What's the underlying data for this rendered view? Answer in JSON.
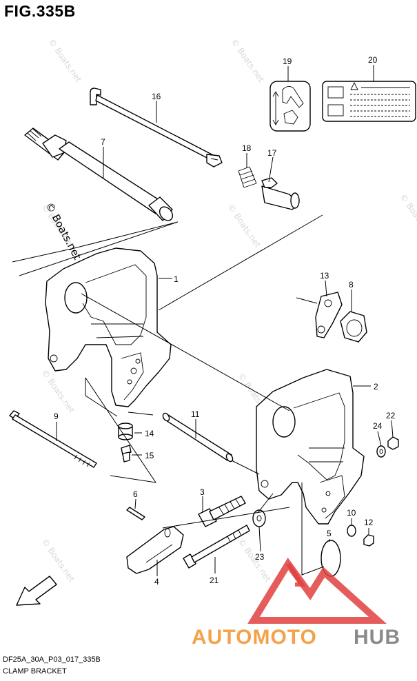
{
  "figure": {
    "title": "FIG.335B",
    "code": "DF25A_30A_P03_017_335B",
    "caption": "CLAMP BRACKET"
  },
  "watermark": {
    "main": "© Boats.net",
    "faint": "© Boats.net"
  },
  "logo": {
    "brand_part1": "AUTOMOTO",
    "brand_part2": "HUB",
    "color_orange": "#f4a24a",
    "color_gray": "#8a8a8a",
    "color_red": "#e04040"
  },
  "fwd_label": "FWD",
  "callouts": [
    {
      "id": "c1",
      "label": "1"
    },
    {
      "id": "c2",
      "label": "2"
    },
    {
      "id": "c3",
      "label": "3"
    },
    {
      "id": "c4",
      "label": "4"
    },
    {
      "id": "c5",
      "label": "5"
    },
    {
      "id": "c6",
      "label": "6"
    },
    {
      "id": "c7",
      "label": "7"
    },
    {
      "id": "c8",
      "label": "8"
    },
    {
      "id": "c9",
      "label": "9"
    },
    {
      "id": "c10",
      "label": "10"
    },
    {
      "id": "c11",
      "label": "11"
    },
    {
      "id": "c12",
      "label": "12"
    },
    {
      "id": "c13",
      "label": "13"
    },
    {
      "id": "c14",
      "label": "14"
    },
    {
      "id": "c15",
      "label": "15"
    },
    {
      "id": "c16",
      "label": "16"
    },
    {
      "id": "c17",
      "label": "17"
    },
    {
      "id": "c18",
      "label": "18"
    },
    {
      "id": "c19",
      "label": "19"
    },
    {
      "id": "c20",
      "label": "20"
    },
    {
      "id": "c21",
      "label": "21"
    },
    {
      "id": "c22",
      "label": "22"
    },
    {
      "id": "c23",
      "label": "23"
    },
    {
      "id": "c24",
      "label": "24"
    }
  ]
}
